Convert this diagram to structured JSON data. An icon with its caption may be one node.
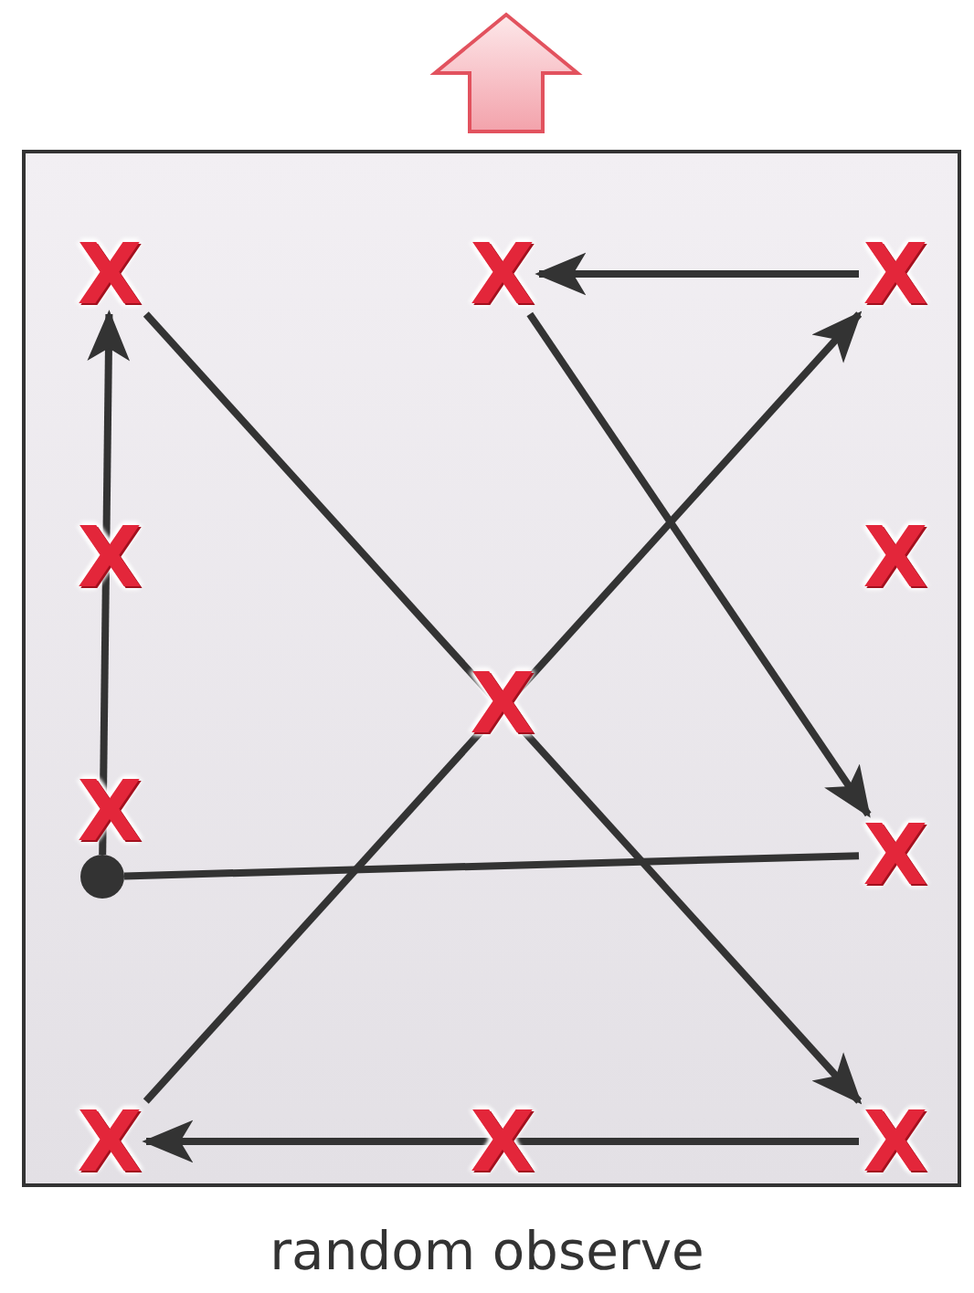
{
  "diagram": {
    "caption": "random observe",
    "nodes": [
      {
        "text": [
          "X"
        ]
      },
      {
        "text": [
          "X"
        ]
      },
      {
        "text": [
          "X"
        ]
      },
      {
        "text": [
          "X"
        ]
      },
      {
        "text": [
          "X"
        ]
      },
      {
        "text": [
          "X"
        ]
      },
      {
        "text": [
          "X"
        ]
      },
      {
        "text": [],
        "shape": "circle"
      },
      {
        "text": [
          "X"
        ]
      },
      {
        "text": [
          "X"
        ]
      },
      {
        "text": [
          "X"
        ]
      },
      {
        "text": [
          "X"
        ]
      }
    ],
    "edges": [
      {
        "from": 7,
        "to": 0,
        "arrow": "to"
      },
      {
        "from": 0,
        "to": 11,
        "arrow": "to"
      },
      {
        "from": 11,
        "to": 9,
        "arrow": "to"
      },
      {
        "from": 9,
        "to": 2,
        "arrow": "to"
      },
      {
        "from": 2,
        "to": 1,
        "arrow": "to"
      },
      {
        "from": 1,
        "to": 8,
        "arrow": "to"
      },
      {
        "from": 7,
        "to": 8,
        "arrow": "none"
      }
    ]
  }
}
